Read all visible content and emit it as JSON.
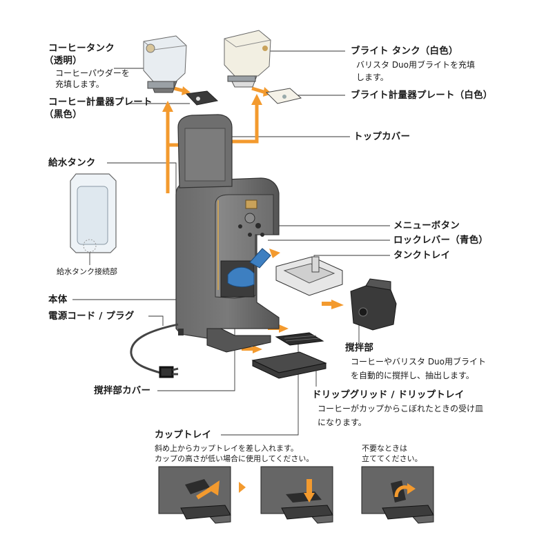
{
  "labels": {
    "coffee_tank": "コーヒータンク",
    "coffee_tank_sub": "（透明）",
    "coffee_tank_desc_1": "コーヒーパウダーを",
    "coffee_tank_desc_2": "充填します。",
    "coffee_plate": "コーヒー計量器プレート",
    "coffee_plate_sub": "（黒色）",
    "bright_tank": "ブライト タンク（白色）",
    "bright_tank_desc_1": "バリスタ Duo用ブライトを充填",
    "bright_tank_desc_2": "します。",
    "bright_plate": "ブライト計量器プレート（白色）",
    "top_cover": "トップカバー",
    "water_tank": "給水タンク",
    "water_tank_joint": "給水タンク接続部",
    "menu_button": "メニューボタン",
    "lock_lever": "ロックレバー（青色）",
    "tank_tray": "タンクトレイ",
    "body": "本体",
    "power_cord": "電源コード / プラグ",
    "mixer": "撹拌部",
    "mixer_desc_1": "コーヒーやバリスタ Duo用ブライト",
    "mixer_desc_2": "を自動的に撹拌し、抽出します。",
    "mixer_cover": "撹拌部カバー",
    "drip": "ドリップグリッド / ドリップトレイ",
    "drip_desc_1": "コーヒーがカップからこぼれたときの受け皿",
    "drip_desc_2": "になります。",
    "cup_tray": "カップトレイ",
    "cup_tray_desc_1": "斜め上からカップトレイを差し入れます。",
    "cup_tray_desc_2": "カップの高さが低い場合に使用してください。",
    "unused_1": "不要なときは",
    "unused_2": "立ててください。"
  },
  "colors": {
    "accent_orange": "#f39a2e",
    "body_gray": "#5f5f5f",
    "body_dark": "#3c3c3c",
    "lever_blue": "#3d7fc1",
    "gold": "#c9a25a"
  }
}
